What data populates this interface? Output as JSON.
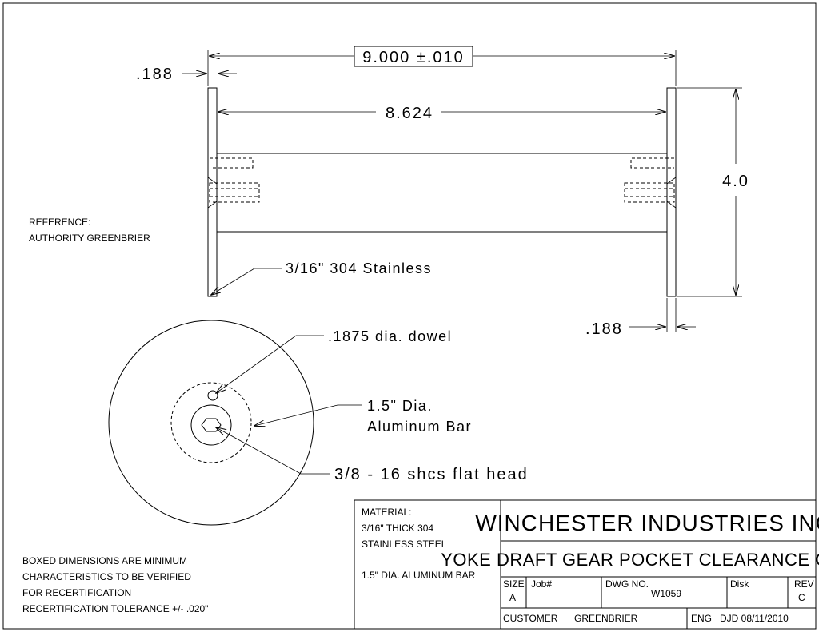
{
  "dimensions": {
    "overall_length": "9.000 ±.010",
    "inner_length": "8.624",
    "height": "4.0",
    "plate_thickness_top": ".188",
    "plate_thickness_bottom": ".188"
  },
  "callouts": {
    "plate_material": "3/16\" 304 Stainless",
    "dowel": ".1875 dia. dowel",
    "bar_line1": "1.5\" Dia.",
    "bar_line2": "Aluminum Bar",
    "screw": "3/8 - 16 shcs flat head"
  },
  "reference": {
    "line1": "REFERENCE:",
    "line2": "AUTHORITY GREENBRIER"
  },
  "notes": [
    "BOXED DIMENSIONS ARE MINIMUM",
    "CHARACTERISTICS TO BE VERIFIED",
    "FOR RECERTIFICATION",
    "RECERTIFICATION TOLERANCE +/- .020\""
  ],
  "title_block": {
    "material_lines": [
      "MATERIAL:",
      "3/16\" THICK 304",
      "STAINLESS STEEL"
    ],
    "material_extra": "1.5\" DIA. ALUMINUM BAR",
    "company": "WINCHESTER INDUSTRIES INC.",
    "title": "YOKE DRAFT GEAR POCKET CLEARANCE GAGE",
    "size_label": "SIZE",
    "size_value": "A",
    "job_label": "Job#",
    "dwg_label": "DWG NO.",
    "dwg_value": "W1059",
    "disk_label": "Disk",
    "rev_label": "REV",
    "rev_value": "C",
    "customer_label": "CUSTOMER",
    "customer_value": "GREENBRIER",
    "eng_label": "ENG",
    "eng_value": "DJD 08/11/2010"
  }
}
